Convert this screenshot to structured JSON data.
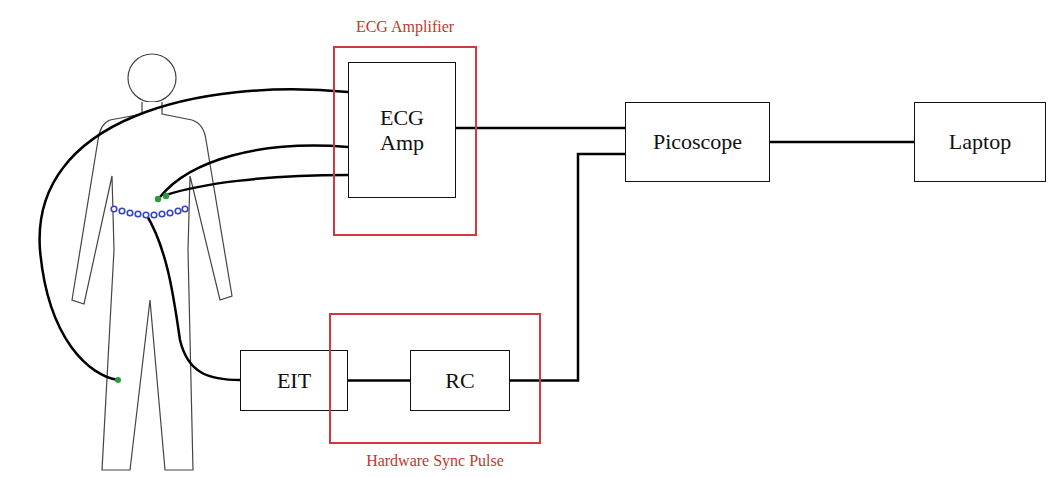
{
  "diagram": {
    "nodes": [
      {
        "text": [
          "ECG Amplifier"
        ]
      },
      {
        "text": [
          "ECG Amp"
        ],
        "in": 0
      },
      {
        "text": [
          "Picoscope"
        ]
      },
      {
        "text": [
          "Laptop"
        ]
      },
      {
        "text": [
          "EIT"
        ]
      },
      {
        "text": [
          "Hardware Sync Pulse"
        ]
      },
      {
        "text": [
          "RC"
        ],
        "in": 5
      }
    ],
    "edges": [
      {
        "from": 1,
        "to": 2,
        "arrow": "none"
      },
      {
        "from": 2,
        "to": 3,
        "arrow": "none"
      },
      {
        "from": 4,
        "to": 6,
        "arrow": "none"
      },
      {
        "from": 6,
        "to": 2,
        "arrow": "none"
      }
    ]
  }
}
